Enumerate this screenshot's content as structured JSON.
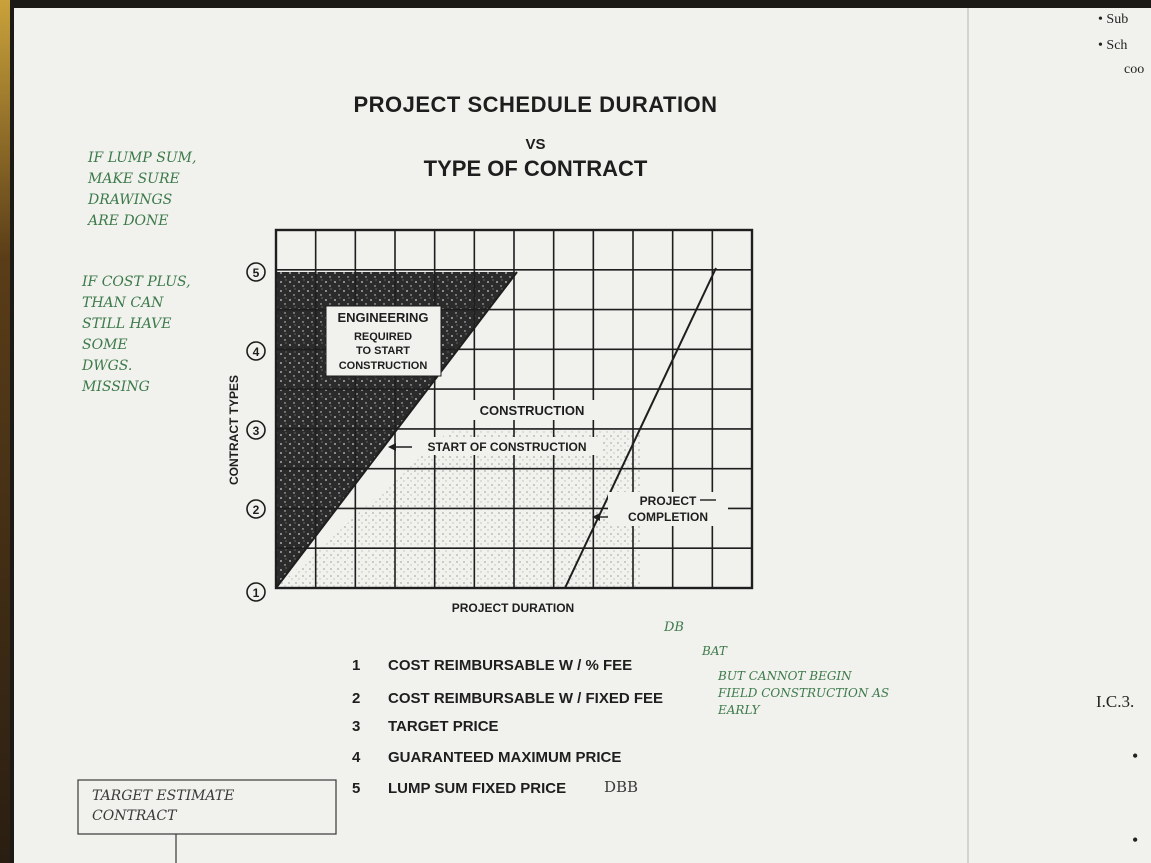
{
  "title": {
    "line1": "PROJECT SCHEDULE DURATION",
    "line2": "VS",
    "line3": "TYPE OF CONTRACT"
  },
  "diagram": {
    "y_axis_label": "CONTRACT TYPES",
    "x_axis_label": "PROJECT DURATION",
    "y_markers": [
      "1",
      "2",
      "3",
      "4",
      "5"
    ],
    "engineering_label": "ENGINEERING",
    "engineering_sub": [
      "REQUIRED",
      "TO START",
      "CONSTRUCTION"
    ],
    "construction_label": "CONSTRUCTION",
    "start_label": "START OF CONSTRUCTION",
    "completion_label": [
      "PROJECT",
      "COMPLETION"
    ]
  },
  "legend": [
    {
      "num": "1",
      "text": "COST REIMBURSABLE W / % FEE"
    },
    {
      "num": "2",
      "text": "COST REIMBURSABLE W / FIXED FEE"
    },
    {
      "num": "3",
      "text": "TARGET PRICE"
    },
    {
      "num": "4",
      "text": "GUARANTEED MAXIMUM PRICE"
    },
    {
      "num": "5",
      "text": "LUMP SUM FIXED PRICE"
    }
  ],
  "handwritten": {
    "note1": "IF LUMP SUM,\nMAKE SURE\nDRAWINGS\nARE DONE",
    "note2": "IF COST PLUS,\nTHAN CAN\nSTILL HAVE\nSOME\nDWGS.\nMISSING",
    "db": "DB",
    "bat": "BAT",
    "note3": "BUT CANNOT BEGIN\nFIELD CONSTRUCTION AS\nEARLY",
    "dbb": "DBB",
    "box": "TARGET ESTIMATE\nCONTRACT"
  },
  "right_column": {
    "bullet1": "Sub",
    "bullet2": "Sch",
    "bullet2_cont": "coo",
    "section": "I.C.3."
  },
  "colors": {
    "ink": "#1e1e1e",
    "dark_fill": "#2b2b2b",
    "pen_green": "#3c7a4a",
    "paper": "#f1f1ed"
  }
}
